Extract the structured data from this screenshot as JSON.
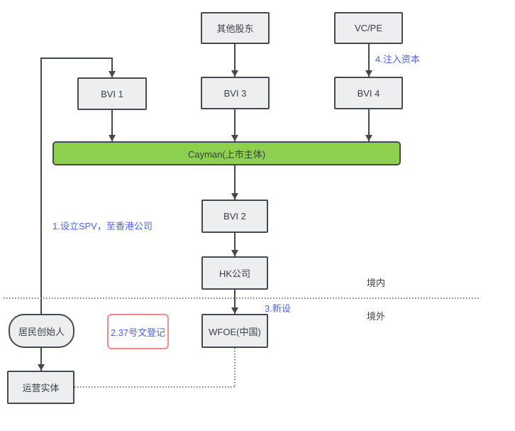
{
  "diagram": {
    "title": "red-chip-overseas-listing-structure",
    "nodes": {
      "other_shareholders": {
        "label": "其他股东"
      },
      "vcpe": {
        "label": "VC/PE"
      },
      "bvi1": {
        "label": "BVI 1"
      },
      "bvi3": {
        "label": "BVI 3"
      },
      "bvi4": {
        "label": "BVI 4"
      },
      "cayman": {
        "label": "Cayman(上市主体)"
      },
      "bvi2": {
        "label": "BVI 2"
      },
      "hk": {
        "label": "HK公司"
      },
      "wfoe": {
        "label": "WFOE(中国)"
      },
      "founder": {
        "label": "居民创始人"
      },
      "operating": {
        "label": "运营实体"
      },
      "registration": {
        "label": "2.37号文登记"
      }
    },
    "annotations": {
      "setup_spv": "1.设立SPV，至香港公司",
      "registration_note": "2.37号文登记",
      "new_setup": "3.新设",
      "inject_capital": "4.注入资本",
      "onshore_label": "境内",
      "offshore_label": "境外"
    },
    "edges": [
      {
        "from": "其他股东",
        "to": "BVI 3",
        "style": "solid-arrow"
      },
      {
        "from": "VC/PE",
        "to": "BVI 4",
        "style": "solid-arrow"
      },
      {
        "from": "BVI 1",
        "to": "Cayman(上市主体)",
        "style": "solid-arrow"
      },
      {
        "from": "BVI 3",
        "to": "Cayman(上市主体)",
        "style": "solid-arrow"
      },
      {
        "from": "BVI 4",
        "to": "Cayman(上市主体)",
        "style": "solid-arrow"
      },
      {
        "from": "Cayman(上市主体)",
        "to": "BVI 2",
        "style": "solid-arrow"
      },
      {
        "from": "BVI 2",
        "to": "HK公司",
        "style": "solid-arrow"
      },
      {
        "from": "HK公司",
        "to": "WFOE(中国)",
        "style": "solid-arrow"
      },
      {
        "from": "居民创始人",
        "to": "BVI 1",
        "style": "solid-arrow-elbow"
      },
      {
        "from": "居民创始人",
        "to": "运营实体",
        "style": "solid-arrow"
      },
      {
        "from": "WFOE(中国)",
        "to": "运营实体",
        "style": "dotted-elbow"
      }
    ],
    "colors": {
      "node_fill": "#eceef0",
      "node_border": "#46494e",
      "cayman_fill": "#8dd04f",
      "annotation_blue": "#4a63f0",
      "registration_border": "#f28b8b",
      "line": "#45484d",
      "dotted_line": "#7f7f7f"
    }
  }
}
